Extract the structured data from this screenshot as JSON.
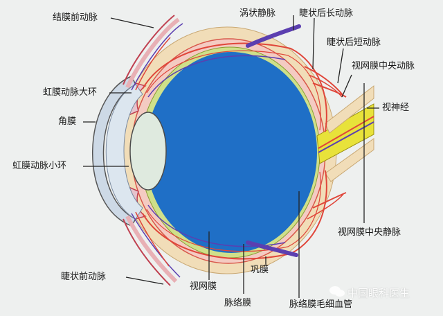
{
  "labels": {
    "conjunctival_anterior_artery": "结膜前动脉",
    "vortex_vein": "涡状静脉",
    "long_posterior_ciliary_artery": "睫状后长动脉",
    "short_posterior_ciliary_artery": "睫状后短动脉",
    "central_retinal_artery": "视网膜中央动脉",
    "major_iris_circle": "虹膜动脉大环",
    "optic_nerve": "视神经",
    "cornea": "角膜",
    "minor_iris_circle": "虹膜动脉小环",
    "central_retinal_vein": "视网膜中央静脉",
    "anterior_ciliary_artery": "睫状前动脉",
    "retina": "视网膜",
    "sclera": "巩膜",
    "choroid": "脉络膜",
    "choriocapillaris": "脉络膜毛细血管"
  },
  "watermark": {
    "text": "中国眼科医生",
    "icon": "wechat-icon"
  },
  "colors": {
    "background": "#eef0ef",
    "vitreous": "#1f6fc6",
    "sclera": "#f1ddb8",
    "artery": "#e0463a",
    "vein": "#5b3fb0",
    "optic_nerve": "#e8e23a",
    "lens": "#dfeadf",
    "cornea": "#cdd9e6"
  }
}
